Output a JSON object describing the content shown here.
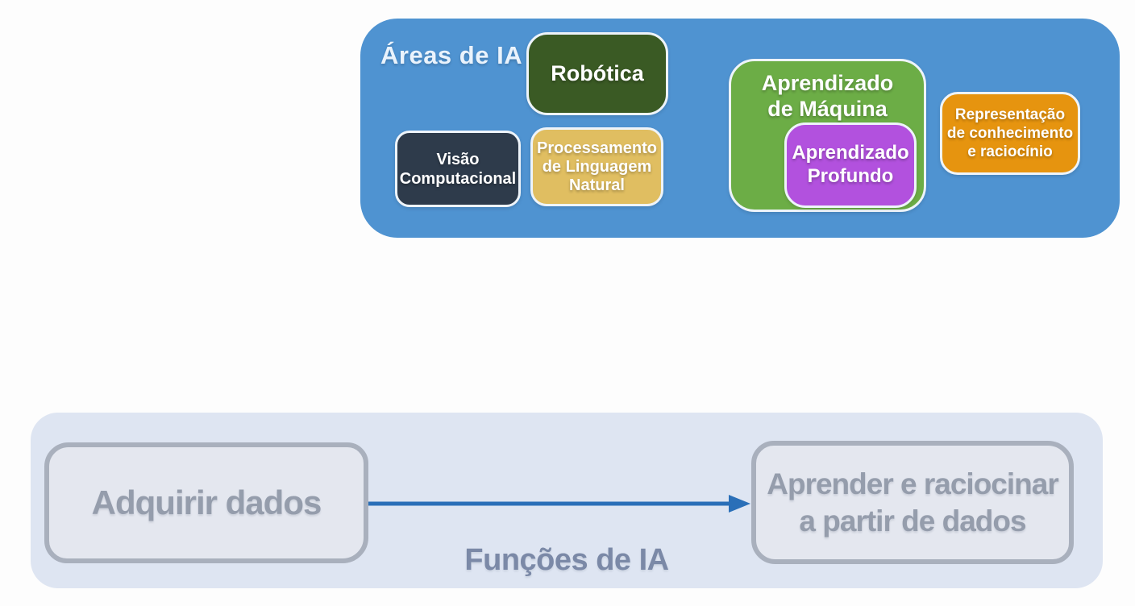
{
  "diagram": {
    "areas_panel": {
      "title": "Áreas de IA",
      "background": "#4f93d1",
      "title_color": "#eaf3fc",
      "boxes": {
        "robotica": {
          "label": "Robótica",
          "lines": [
            "Robótica"
          ],
          "color": "#3a5a24"
        },
        "visao_computacional": {
          "label": "Visão Computacional",
          "lines": [
            "Visão",
            "Computacional"
          ],
          "color": "#2e3b4b"
        },
        "processamento_linguagem_natural": {
          "label": "Processamento de Linguagem Natural",
          "lines": [
            "Processamento",
            "de Linguagem",
            "Natural"
          ],
          "color": "#e0be61"
        },
        "aprendizado_maquina": {
          "label": "Aprendizado de Máquina",
          "lines": [
            "Aprendizado",
            "de Máquina"
          ],
          "color": "#6cad46"
        },
        "aprendizado_profundo": {
          "label": "Aprendizado Profundo",
          "lines": [
            "Aprendizado",
            "Profundo"
          ],
          "color": "#b251de"
        },
        "representacao_conhecimento": {
          "label": "Representação de conhecimento e raciocínio",
          "lines": [
            "Representação",
            "de conhecimento",
            "e raciocínio"
          ],
          "color": "#e6940f"
        }
      }
    },
    "funcoes_panel": {
      "title": "Funções de IA",
      "background": "#dee5f2",
      "title_color": "#7b89a7",
      "arrow_color": "#2a6fb8",
      "node_fill": "#e4e7ef",
      "node_border": "#a9b0bd",
      "node_text_color": "#959dac",
      "nodes": {
        "adquirir_dados": {
          "label": "Adquirir dados",
          "lines": [
            "Adquirir dados"
          ]
        },
        "aprender_raciocinar": {
          "label": "Aprender e raciocinar a partir de dados",
          "lines": [
            "Aprender e raciocinar",
            "a partir de dados"
          ]
        }
      }
    }
  }
}
